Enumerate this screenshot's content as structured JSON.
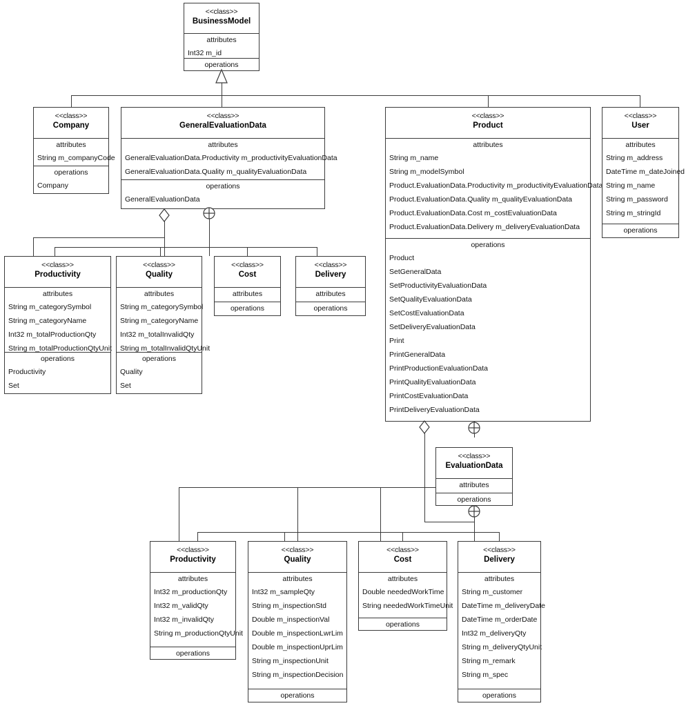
{
  "diagram": {
    "title": "UML Class Diagram",
    "section_labels": {
      "attributes": "attributes",
      "operations": "operations"
    },
    "stereotype": "<<class>>",
    "line_color": "#3a3a3a",
    "background": "#ffffff"
  },
  "classes": {
    "business_model": {
      "stereotype": "<<class>>",
      "name": "BusinessModel",
      "attributes_label": "attributes",
      "attributes": [
        "Int32 m_id"
      ],
      "operations_label": "operations",
      "operations": []
    },
    "company": {
      "stereotype": "<<class>>",
      "name": "Company",
      "attributes_label": "attributes",
      "attributes": [
        "String m_companyCode"
      ],
      "operations_label": "operations",
      "operations": [
        "Company"
      ]
    },
    "general_evaluation_data": {
      "stereotype": "<<class>>",
      "name": "GeneralEvaluationData",
      "attributes_label": "attributes",
      "attributes": [
        "GeneralEvaluationData.Productivity m_productivityEvaluationData",
        "GeneralEvaluationData.Quality m_qualityEvaluationData"
      ],
      "operations_label": "operations",
      "operations": [
        "GeneralEvaluationData"
      ]
    },
    "product": {
      "stereotype": "<<class>>",
      "name": "Product",
      "attributes_label": "attributes",
      "attributes": [
        "String m_name",
        "String m_modelSymbol",
        "Product.EvaluationData.Productivity m_productivityEvaluationData",
        "Product.EvaluationData.Quality m_qualityEvaluationData",
        "Product.EvaluationData.Cost m_costEvaluationData",
        "Product.EvaluationData.Delivery m_deliveryEvaluationData"
      ],
      "operations_label": "operations",
      "operations": [
        "Product",
        "SetGeneralData",
        "SetProductivityEvaluationData",
        "SetQualityEvaluationData",
        "SetCostEvaluationData",
        "SetDeliveryEvaluationData",
        "Print",
        "PrintGeneralData",
        "PrintProductionEvaluationData",
        "PrintQualityEvaluationData",
        "PrintCostEvaluationData",
        "PrintDeliveryEvaluationData"
      ]
    },
    "user": {
      "stereotype": "<<class>>",
      "name": "User",
      "attributes_label": "attributes",
      "attributes": [
        "String m_address",
        "DateTime m_dateJoined",
        "String m_name",
        "String m_password",
        "String m_stringId"
      ],
      "operations_label": "operations",
      "operations": []
    },
    "gen_productivity": {
      "stereotype": "<<class>>",
      "name": "Productivity",
      "attributes_label": "attributes",
      "attributes": [
        "String m_categorySymbol",
        "String m_categoryName",
        "Int32 m_totalProductionQty",
        "String m_totalProductionQtyUnit"
      ],
      "operations_label": "operations",
      "operations": [
        "Productivity",
        "Set"
      ]
    },
    "gen_quality": {
      "stereotype": "<<class>>",
      "name": "Quality",
      "attributes_label": "attributes",
      "attributes": [
        "String m_categorySymbol",
        "String m_categoryName",
        "Int32 m_totalInvalidQty",
        "String m_totalInvalidQtyUnit"
      ],
      "operations_label": "operations",
      "operations": [
        "Quality",
        "Set"
      ]
    },
    "gen_cost": {
      "stereotype": "<<class>>",
      "name": "Cost",
      "attributes_label": "attributes",
      "attributes": [],
      "operations_label": "operations",
      "operations": []
    },
    "gen_delivery": {
      "stereotype": "<<class>>",
      "name": "Delivery",
      "attributes_label": "attributes",
      "attributes": [],
      "operations_label": "operations",
      "operations": []
    },
    "evaluation_data": {
      "stereotype": "<<class>>",
      "name": "EvaluationData",
      "attributes_label": "attributes",
      "attributes": [],
      "operations_label": "operations",
      "operations": []
    },
    "eval_productivity": {
      "stereotype": "<<class>>",
      "name": "Productivity",
      "attributes_label": "attributes",
      "attributes": [
        "Int32 m_productionQty",
        "Int32 m_validQty",
        "Int32 m_invalidQty",
        "String m_productionQtyUnit"
      ],
      "operations_label": "operations",
      "operations": []
    },
    "eval_quality": {
      "stereotype": "<<class>>",
      "name": "Quality",
      "attributes_label": "attributes",
      "attributes": [
        "Int32 m_sampleQty",
        "String m_inspectionStd",
        "Double m_inspectionVal",
        "Double m_inspectionLwrLim",
        "Double m_inspectionUprLim",
        "String m_inspectionUnit",
        "String m_inspectionDecision"
      ],
      "operations_label": "operations",
      "operations": []
    },
    "eval_cost": {
      "stereotype": "<<class>>",
      "name": "Cost",
      "attributes_label": "attributes",
      "attributes": [
        "Double neededWorkTime",
        "String neededWorkTimeUnit"
      ],
      "operations_label": "operations",
      "operations": []
    },
    "eval_delivery": {
      "stereotype": "<<class>>",
      "name": "Delivery",
      "attributes_label": "attributes",
      "attributes": [
        "String m_customer",
        "DateTime m_deliveryDate",
        "DateTime m_orderDate",
        "Int32 m_deliveryQty",
        "String m_deliveryQtyUnit",
        "String m_remark",
        "String m_spec"
      ],
      "operations_label": "operations",
      "operations": []
    }
  },
  "relationships": {
    "generalization": "inheritance-triangle",
    "aggregation": "aggregation-diamond",
    "nesting": "nested-class-circle-plus"
  }
}
